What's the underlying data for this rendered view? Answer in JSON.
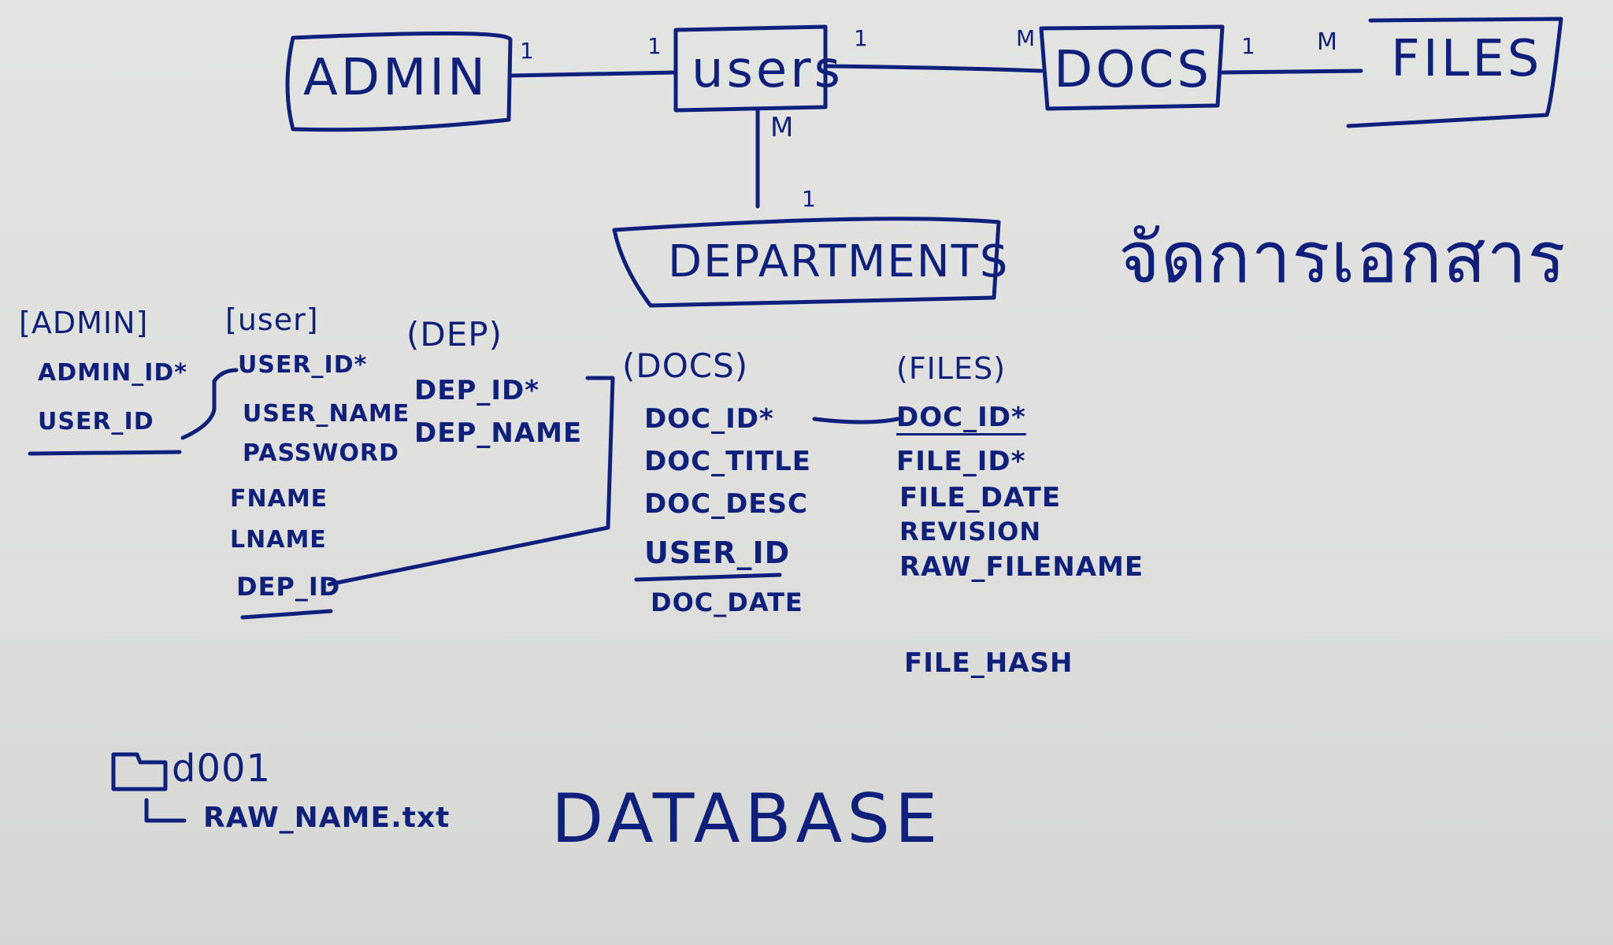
{
  "colors": {
    "ink": "#0f1f7c",
    "board": "#e0e1de"
  },
  "entities": {
    "admin": "ADMIN",
    "users": "users",
    "docs": "DOCS",
    "files": "FILES",
    "departments": "DEPARTMENTS"
  },
  "cardinality": {
    "admin_users_admin": "1",
    "admin_users_users": "1",
    "users_docs_users": "1",
    "users_docs_docs": "M",
    "docs_files_docs": "1",
    "docs_files_files": "M",
    "users_dep_users": "M",
    "users_dep_dep": "1"
  },
  "thai_title": "จัดการเอกสาร",
  "tables": {
    "admin": {
      "heading": "[ADMIN]",
      "fields": [
        "ADMIN_ID*",
        "USER_ID"
      ]
    },
    "user": {
      "heading": "[user]",
      "fields": [
        "USER_ID*",
        "USER_NAME",
        "PASSWORD",
        "FNAME",
        "LNAME",
        "DEP_ID"
      ]
    },
    "dep": {
      "heading": "(DEP)",
      "fields": [
        "DEP_ID*",
        "DEP_NAME"
      ]
    },
    "docs": {
      "heading": "(DOCS)",
      "fields": [
        "DOC_ID*",
        "DOC_TITLE",
        "DOC_DESC",
        "USER_ID",
        "DOC_DATE"
      ]
    },
    "files": {
      "heading": "(FILES)",
      "fields": [
        "DOC_ID*",
        "FILE_ID*",
        "FILE_DATE",
        "REVISION",
        "RAW_FILENAME",
        "FILE_HASH"
      ]
    }
  },
  "folder": {
    "name": "d001",
    "file": "RAW_NAME.txt"
  },
  "footer_title": "DATABASE"
}
